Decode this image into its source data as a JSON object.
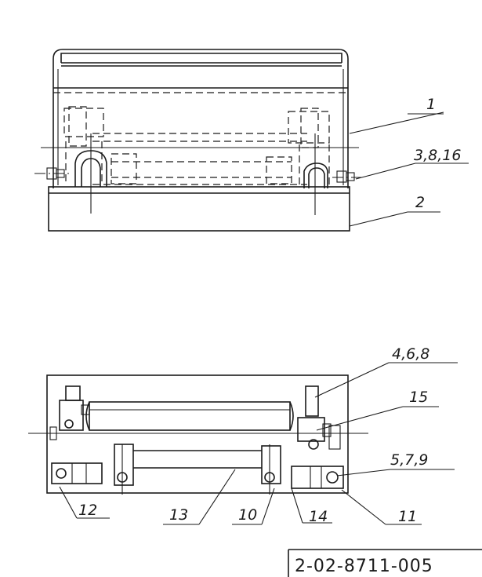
{
  "callouts": {
    "c1": "1",
    "c3_8_16": "3,8,16",
    "c2": "2",
    "c4_6_8": "4,6,8",
    "c15": "15",
    "c5_7_9": "5,7,9",
    "c12": "12",
    "c13": "13",
    "c10": "10",
    "c14": "14",
    "c11": "11"
  },
  "title_block": {
    "code": "2-02-8711-005"
  }
}
